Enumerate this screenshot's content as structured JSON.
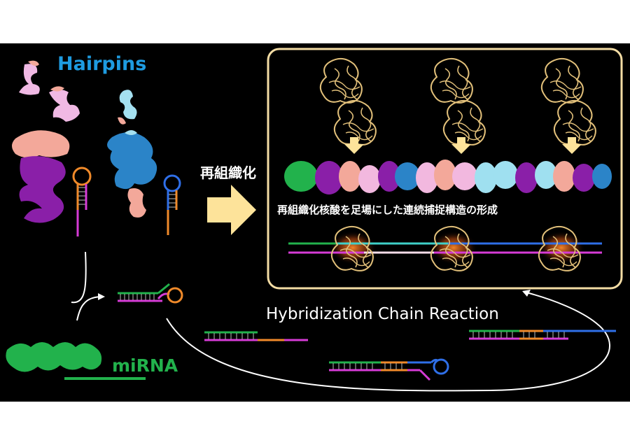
{
  "labels": {
    "hairpins": "Hairpins",
    "mirna": "miRNA",
    "reorganize": "再組織化",
    "scaffold_caption": "再組織化核酸を足場にした連続捕捉構造の形成",
    "hcr": "Hybridization Chain Reaction"
  },
  "colors": {
    "background": "#000000",
    "hairpins_text": "#1e9be0",
    "mirna_green": "#22b24c",
    "frame": "#f3dca4",
    "arrow": "#fde39a",
    "protein": "#e2c07a",
    "magenta": "#d63bd6",
    "orange": "#f08a2a",
    "blue": "#2f6fe8",
    "teal": "#3fd0c8",
    "pink": "#f3a89a",
    "purple": "#8a1fa8",
    "light_pink": "#f2b8df",
    "light_blue": "#9fe0f0"
  }
}
